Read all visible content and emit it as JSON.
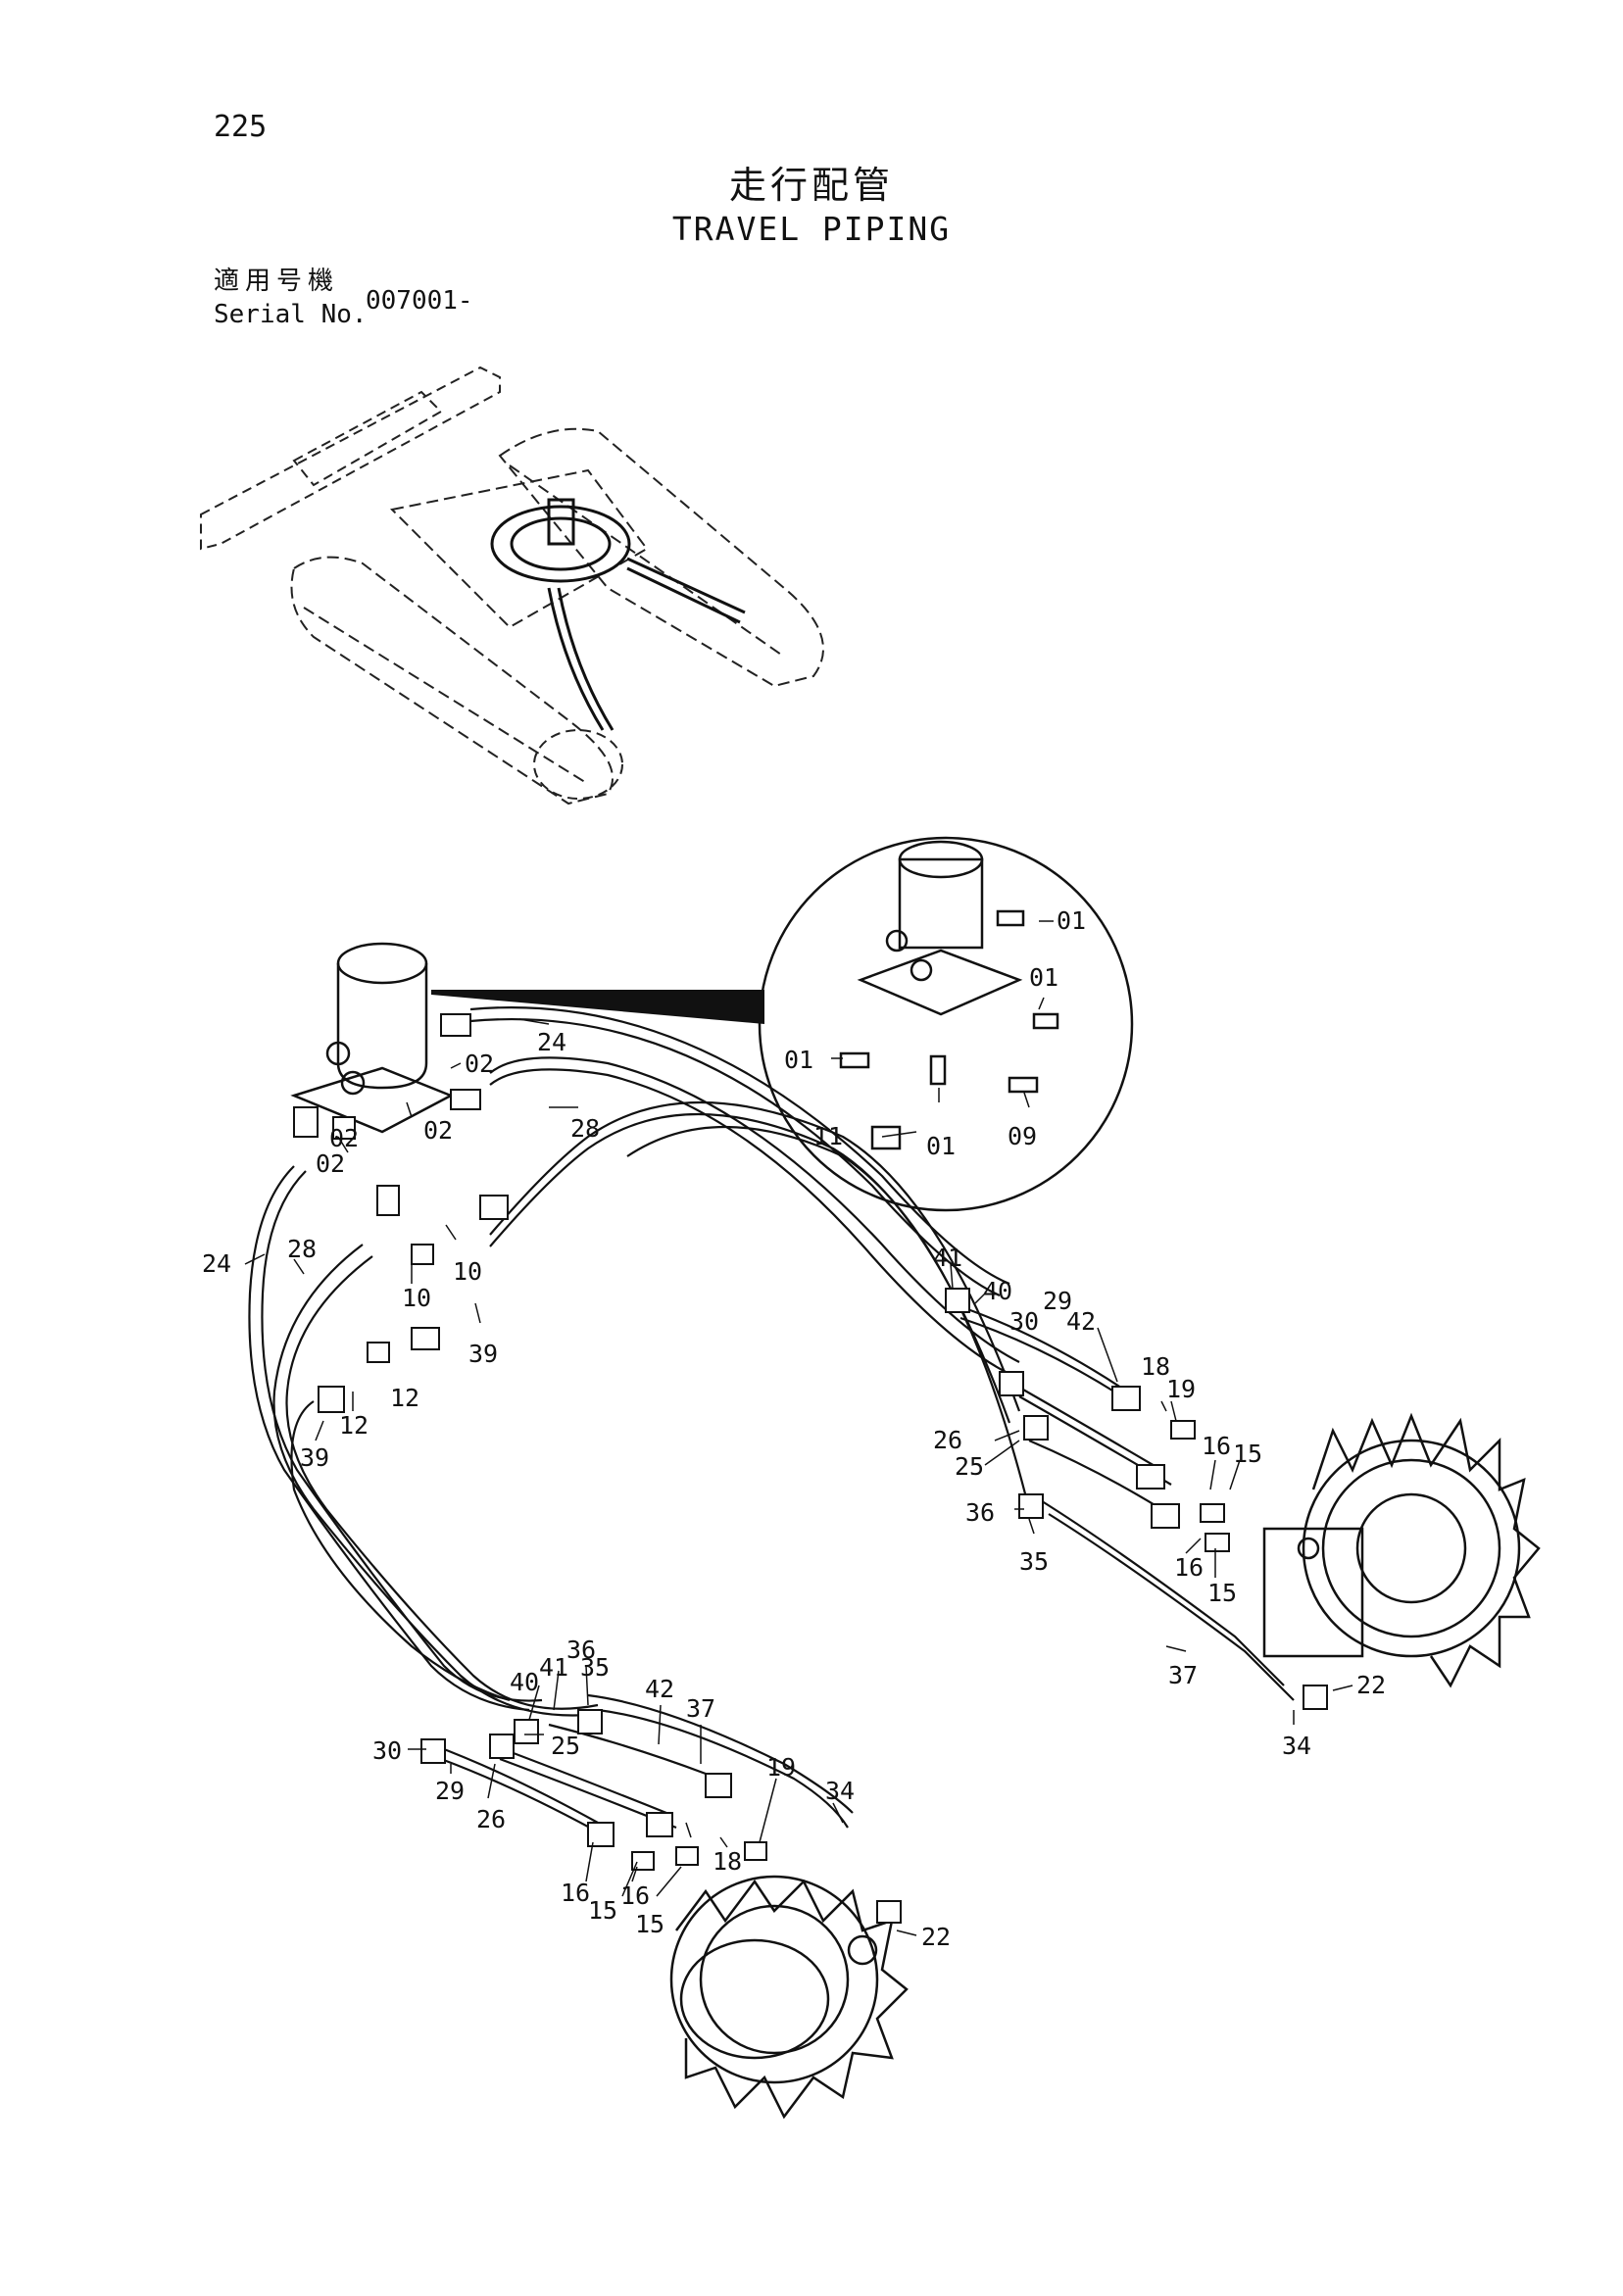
{
  "page_number": "225",
  "title_jp": "走行配管",
  "title_en": "TRAVEL PIPING",
  "serial_label_jp": "適用号機",
  "serial_label_en": "Serial No.",
  "serial_value": "007001-",
  "callouts": {
    "detail_01a": "01",
    "detail_01b": "01",
    "detail_01c": "01",
    "detail_01d": "01",
    "detail_11": "11",
    "detail_09": "09",
    "j_02a": "02",
    "j_02b": "02",
    "j_02c": "02",
    "j_02d": "02",
    "h_24a": "24",
    "h_28a": "28",
    "h_24b": "24",
    "h_28b": "28",
    "f_10a": "10",
    "f_10b": "10",
    "h_39a": "39",
    "f_12a": "12",
    "f_12b": "12",
    "h_39b": "39",
    "r_41": "41",
    "r_40": "40",
    "r_30": "30",
    "r_29": "29",
    "r_42": "42",
    "r_18": "18",
    "r_19": "19",
    "r_16a": "16",
    "r_15a": "15",
    "r_26": "26",
    "r_25": "25",
    "r_36": "36",
    "r_35": "35",
    "r_16b": "16",
    "r_15b": "15",
    "r_37": "37",
    "r_22": "22",
    "r_34": "34",
    "l_36": "36",
    "l_41": "41",
    "l_35": "35",
    "l_40": "40",
    "l_42": "42",
    "l_37": "37",
    "l_25": "25",
    "l_30": "30",
    "l_29": "29",
    "l_26": "26",
    "l_19": "19",
    "l_34": "34",
    "l_18": "18",
    "l_16a": "16",
    "l_15a": "15",
    "l_16b": "16",
    "l_15b": "15",
    "l_22": "22"
  }
}
